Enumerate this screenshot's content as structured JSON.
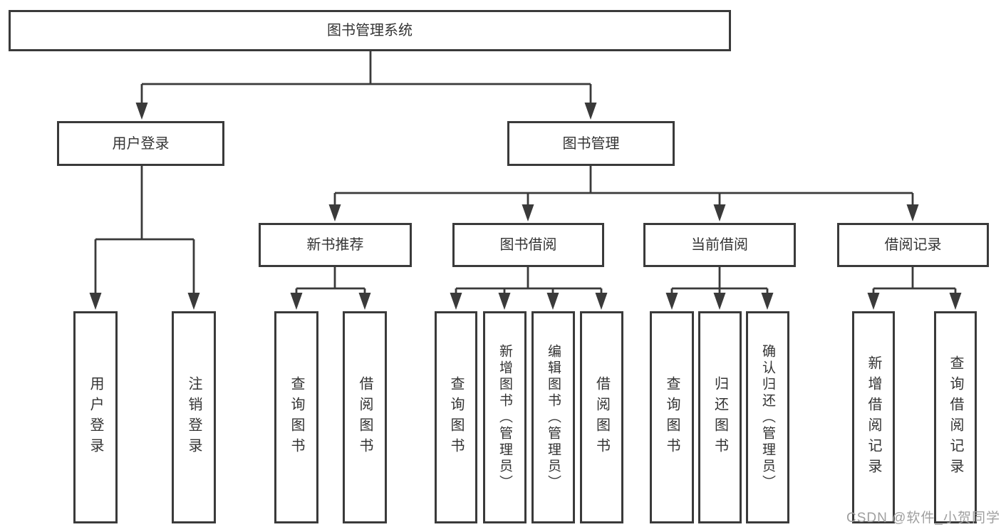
{
  "page": {
    "background": "#ffffff"
  },
  "colors": {
    "line": "#3a3a3a",
    "box_border": "#3a3a3a",
    "box_fill": "#ffffff",
    "text": "#333333",
    "watermark": "#9f9f9f"
  },
  "watermark": {
    "text": "CSDN @软件_小贺同学"
  },
  "tree": {
    "root": {
      "label": "图书管理系统"
    },
    "children": [
      {
        "label": "用户登录",
        "leaves": [
          "用户登录",
          "注销登录"
        ]
      },
      {
        "label": "图书管理",
        "children": [
          {
            "label": "新书推荐",
            "leaves": [
              "查询图书",
              "借阅图书"
            ]
          },
          {
            "label": "图书借阅",
            "leaves": [
              "查询图书",
              "新增图书（管理员）",
              "编辑图书（管理员）",
              "借阅图书"
            ]
          },
          {
            "label": "当前借阅",
            "leaves": [
              "查询图书",
              "归还图书",
              "确认归还（管理员）"
            ]
          },
          {
            "label": "借阅记录",
            "leaves": [
              "新增借阅记录",
              "查询借阅记录"
            ]
          }
        ]
      }
    ]
  }
}
